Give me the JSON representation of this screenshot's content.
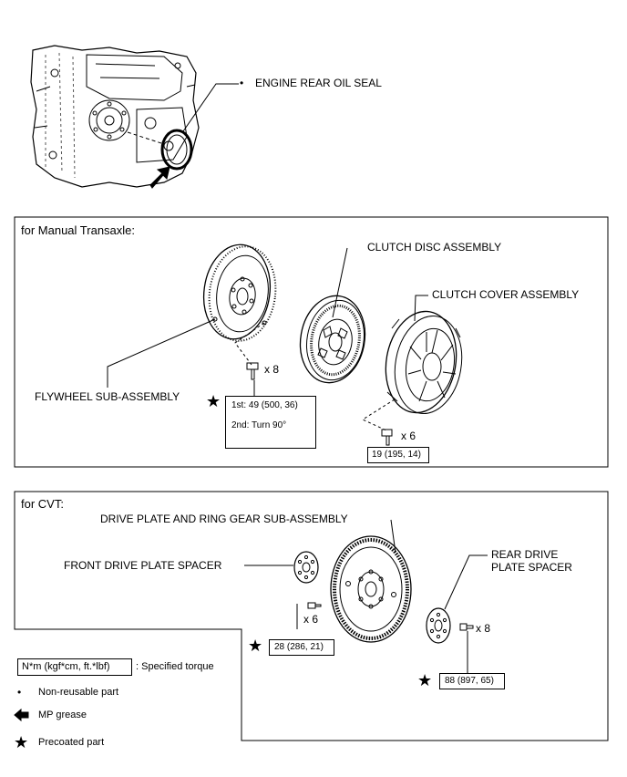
{
  "top": {
    "oil_seal_label": "ENGINE REAR OIL SEAL",
    "oil_seal_marker": "•"
  },
  "manual_panel": {
    "title": "for Manual Transaxle:",
    "clutch_disc_label": "CLUTCH DISC ASSEMBLY",
    "clutch_cover_label": "CLUTCH COVER ASSEMBLY",
    "flywheel_label": "FLYWHEEL SUB-ASSEMBLY",
    "flywheel_bolt_count": "x 8",
    "flywheel_torque_1st": "1st: 49 (500, 36)",
    "flywheel_torque_2nd": "2nd: Turn 90°",
    "cover_bolt_count": "x 6",
    "cover_torque": "19 (195, 14)"
  },
  "cvt_panel": {
    "title": "for CVT:",
    "drive_plate_label": "DRIVE PLATE AND RING GEAR SUB-ASSEMBLY",
    "front_spacer_label": "FRONT DRIVE PLATE SPACER",
    "rear_spacer_label_line1": "REAR DRIVE",
    "rear_spacer_label_line2": "PLATE SPACER",
    "front_bolt_count": "x 6",
    "front_torque": "28 (286, 21)",
    "rear_bolt_count": "x 8",
    "rear_torque": "88 (897, 65)"
  },
  "legend": {
    "torque_unit": "N*m (kgf*cm, ft.*lbf)",
    "torque_desc": ": Specified torque",
    "non_reusable": "Non-reusable part",
    "mp_grease": "MP grease",
    "precoated": "Precoated part"
  },
  "icons": {
    "star": "★",
    "dot": "•"
  }
}
